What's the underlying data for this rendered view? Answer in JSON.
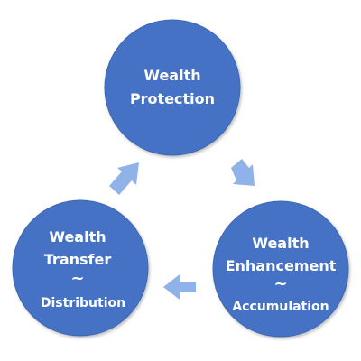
{
  "diagram": {
    "colors": {
      "circle_fill": "#4472C4",
      "circle_edge": "#3E67B1",
      "arrow_fill": "#8FB2E8",
      "text": "#FFFFFF"
    },
    "nodes": [
      {
        "id": "protection",
        "lines": [
          "Wealth",
          "Protection"
        ],
        "sub": ""
      },
      {
        "id": "enhancement",
        "lines": [
          "Wealth",
          "Enhancement"
        ],
        "sub": "Accumulation"
      },
      {
        "id": "transfer",
        "lines": [
          "Wealth",
          "Transfer"
        ],
        "sub": "Distribution"
      }
    ],
    "separator_glyph": "~",
    "edges": [
      {
        "from": "protection",
        "to": "enhancement"
      },
      {
        "from": "enhancement",
        "to": "transfer"
      },
      {
        "from": "transfer",
        "to": "protection"
      }
    ]
  }
}
